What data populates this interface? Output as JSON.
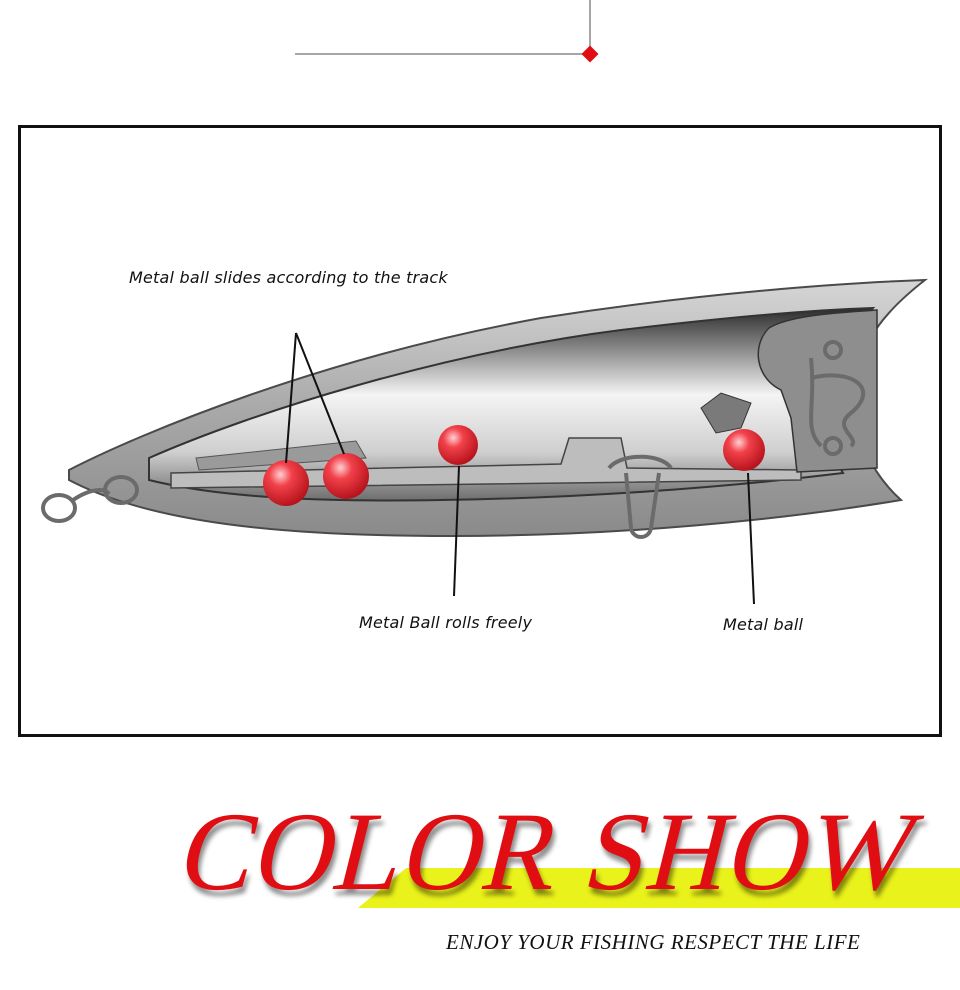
{
  "callouts": {
    "track": "Metal ball slides according to the track",
    "free": "Metal Ball rolls freely",
    "ball": "Metal ball"
  },
  "title": {
    "main": "COLOR SHOW",
    "subtitle": "ENJOY YOUR FISHING RESPECT THE LIFE"
  },
  "colors": {
    "accent": "#e00d13",
    "highlight": "#e9f21a",
    "ball": "#f2414a"
  }
}
